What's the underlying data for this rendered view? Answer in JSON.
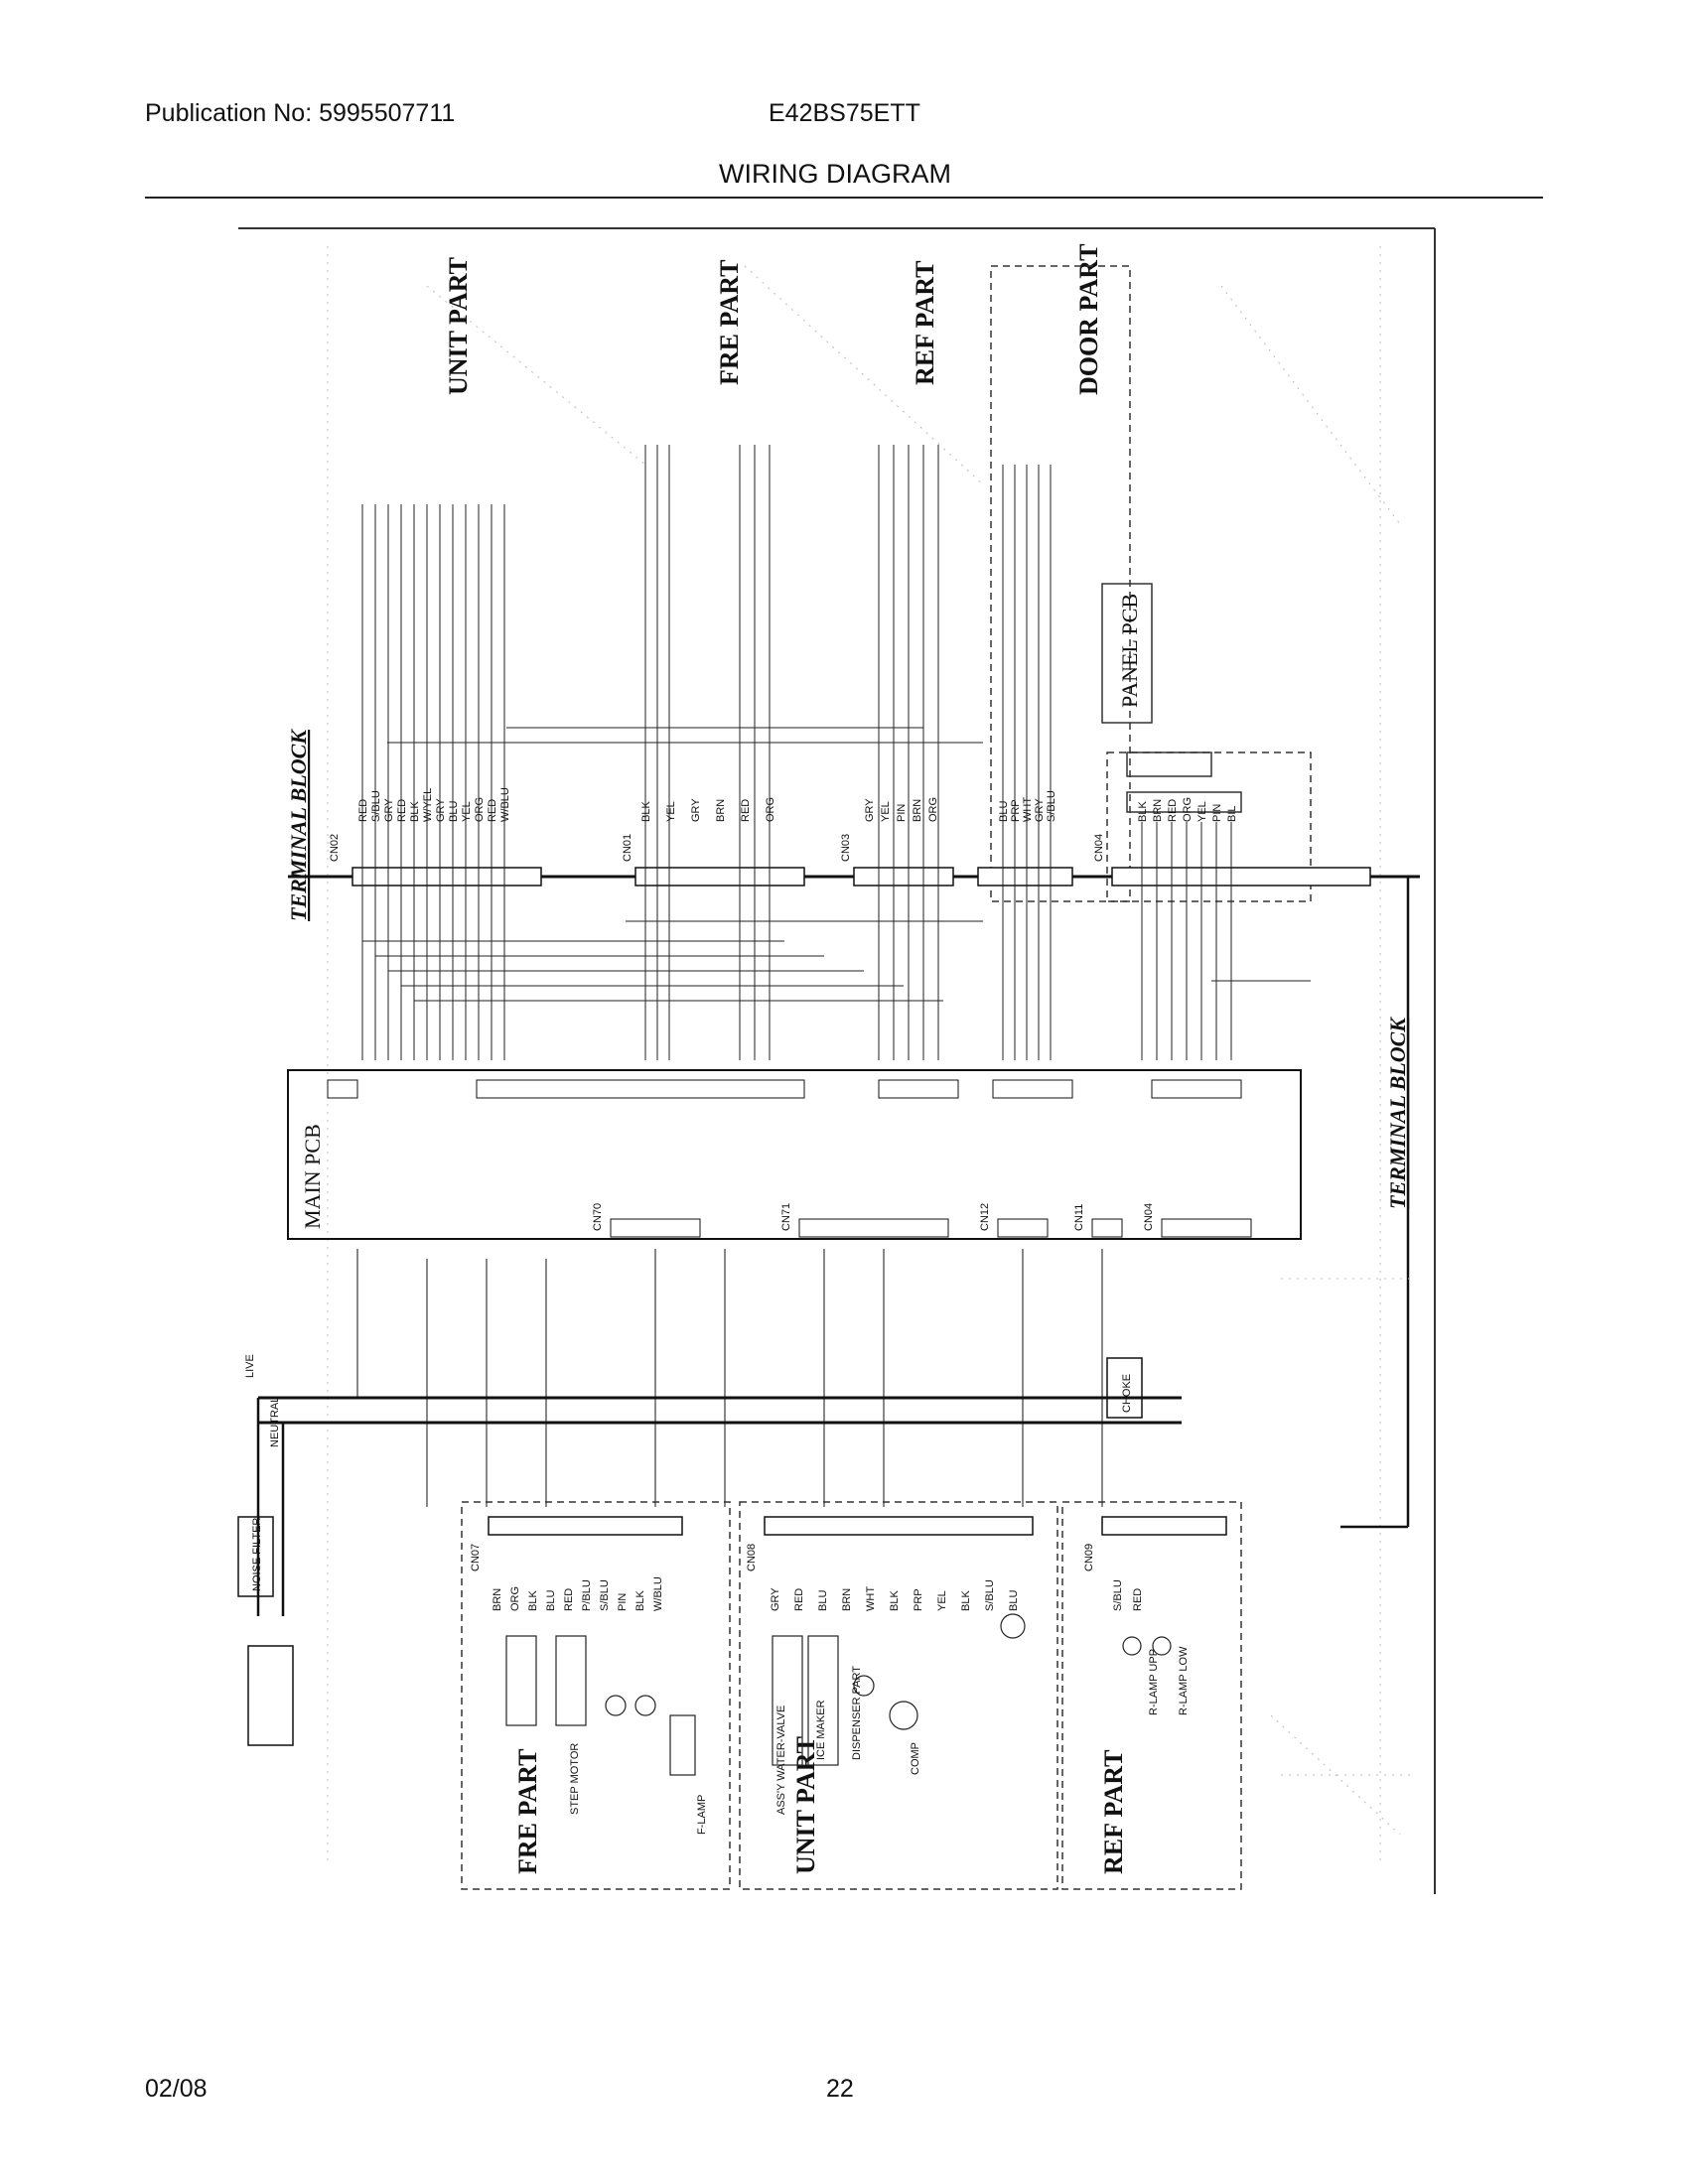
{
  "header": {
    "publication": "Publication No: 5995507711",
    "model": "E42BS75ETT",
    "title": "WIRING DIAGRAM"
  },
  "footer": {
    "date": "02/08",
    "page_number": "22"
  },
  "diagram": {
    "terminal_block_label": "TERMINAL BLOCK",
    "sections_top": [
      "UNIT PART",
      "FRE PART",
      "REF PART",
      "DOOR PART"
    ],
    "sections_bottom": [
      "FRE PART",
      "UNIT PART",
      "REF PART"
    ],
    "panel_pcb": "PANEL PCB",
    "main_pcb": "MAIN PCB",
    "line_labels": {
      "live": "LIVE",
      "neutral": "NEUTRAL"
    },
    "noise_filter": "NOISE FILTER",
    "choke": "CHOKE",
    "top_connectors": [
      "CN02",
      "CN01",
      "CN03",
      "CN04"
    ],
    "pcb_connectors": [
      "CN70",
      "CN71",
      "CN12",
      "CN11",
      "CN04"
    ],
    "bottom_connectors": [
      "CN07",
      "CN08",
      "CN09"
    ],
    "wire_colors_cn02": [
      "RED",
      "S/BLU",
      "GRY",
      "RED",
      "BLK",
      "W/YEL",
      "GRY",
      "BLU",
      "YEL",
      "ORG",
      "RED",
      "W/BLU"
    ],
    "wire_colors_cn01": [
      "BLK",
      "YEL",
      "GRY",
      "BRN",
      "RED",
      "ORG"
    ],
    "wire_colors_cn03": [
      "GRY",
      "YEL",
      "PIN",
      "BRN",
      "ORG"
    ],
    "wire_colors_door": [
      "BLU",
      "PRP",
      "WHT",
      "GRY",
      "S/BLU"
    ],
    "wire_colors_cn04": [
      "BLK",
      "BRN",
      "RED",
      "ORG",
      "YEL",
      "PIN",
      "BIL"
    ],
    "wire_colors_cn07": [
      "BRN",
      "ORG",
      "BLK",
      "BLU",
      "RED",
      "P/BLU",
      "S/BLU",
      "PIN",
      "BLK",
      "W/BLU"
    ],
    "wire_colors_cn08": [
      "GRY",
      "RED",
      "BLU",
      "BRN",
      "WHT",
      "BLK",
      "PRP",
      "YEL",
      "BLK",
      "S/BLU",
      "BLU"
    ],
    "wire_colors_cn09": [
      "S/BLU",
      "RED"
    ],
    "components": [
      "ICE MAKER",
      "DISPENSER PART",
      "STEP MOTOR",
      "F-LAMP",
      "COMP",
      "R-LAMP UPP",
      "R-LAMP LOW",
      "ASS'Y WATER-VALVE"
    ]
  }
}
